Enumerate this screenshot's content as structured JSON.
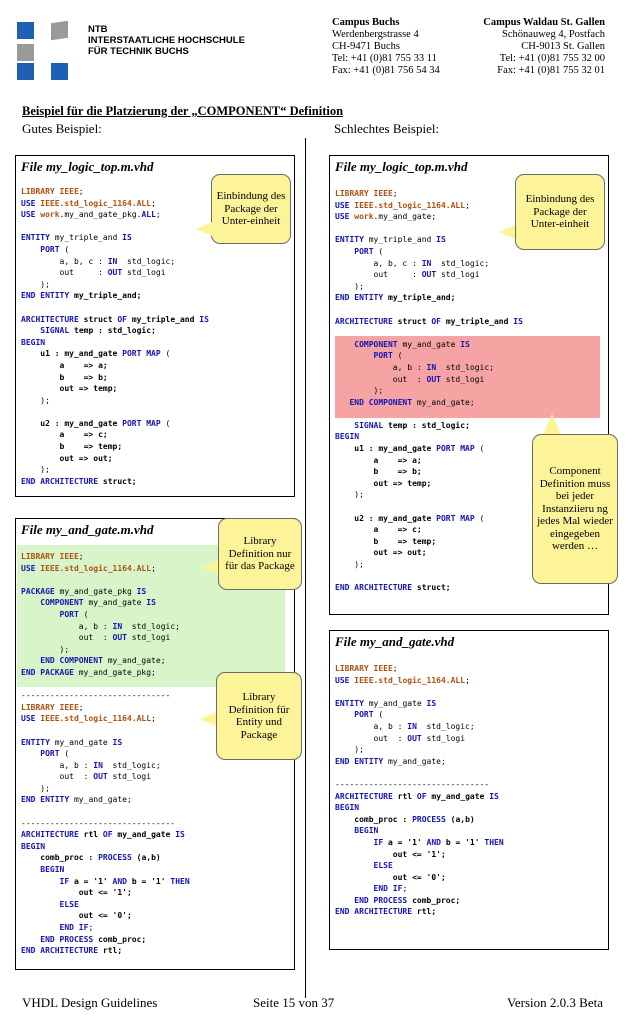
{
  "header": {
    "institution": [
      "NTB",
      "INTERSTAATLICHE HOCHSCHULE",
      "FÜR TECHNIK BUCHS"
    ],
    "campus_buchs": {
      "name": "Campus Buchs",
      "street": "Werdenbergstrasse 4",
      "city": "CH-9471 Buchs",
      "tel": "Tel: +41 (0)81 755 33 11",
      "fax": "Fax: +41 (0)81 756 54 34"
    },
    "campus_waldau": {
      "name": "Campus Waldau St. Gallen",
      "street": "Schönauweg 4, Postfach",
      "city": "CH-9013 St. Gallen",
      "tel": "Tel: +41 (0)81 755 32 00",
      "fax": "Fax: +41 (0)81 755 32 01"
    },
    "colors": {
      "logo_blue": "#1f5fb4",
      "logo_gray": "#9a9a9a"
    }
  },
  "title": "Beispiel für die Platzierung der „COMPONENT“ Definition",
  "good_label": "Gutes Beispiel:",
  "bad_label": "Schlechtes Beispiel:",
  "boxes": {
    "good_top_title": "File  my_logic_top.m.vhd",
    "good_gate_title": "File  my_and_gate.m.vhd",
    "bad_top_title": "File  my_logic_top.m.vhd",
    "bad_gate_title": "File  my_and_gate.vhd"
  },
  "callouts": {
    "good_pkg": "Einbindung des Package der Unter-einheit",
    "good_lib_pkg": "Library Definition nur für das Package",
    "good_lib_entity": "Library Definition für Entity und Package",
    "bad_pkg": "Einbindung des Package der Unter-einheit",
    "bad_component": "Component Definition muss bei jeder Instanziieru ng jedes Mal wieder eingegeben werden …"
  },
  "footer": {
    "left": "VHDL Design Guidelines",
    "center": "Seite 15 von 37",
    "right": "Version 2.0.3 Beta"
  }
}
